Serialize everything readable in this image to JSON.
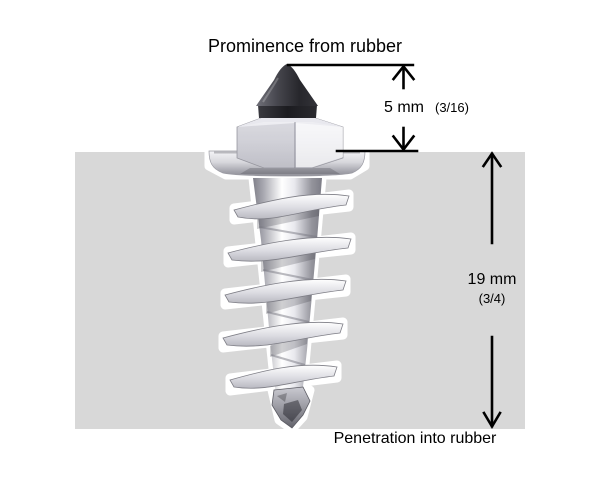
{
  "labels": {
    "prominence": "Prominence from rubber",
    "penetration": "Penetration into rubber"
  },
  "measurements": {
    "prominence": {
      "value": "5 mm",
      "imperial": "(3/16)"
    },
    "penetration": {
      "value": "19 mm",
      "imperial": "(3/4)"
    }
  },
  "colors": {
    "background": "#ffffff",
    "rubber_block": "#d8d8d8",
    "dimension_lines": "#000000",
    "text": "#000000",
    "stud_pin_dark": "#2b2b2f",
    "stud_metal_bright": "#ffffff",
    "stud_metal_mid": "#c9c9cf",
    "stud_metal_shadow": "#85858c"
  },
  "icons": {
    "up_arrow": "chevron-arrow-up",
    "down_arrow": "chevron-arrow-down"
  }
}
